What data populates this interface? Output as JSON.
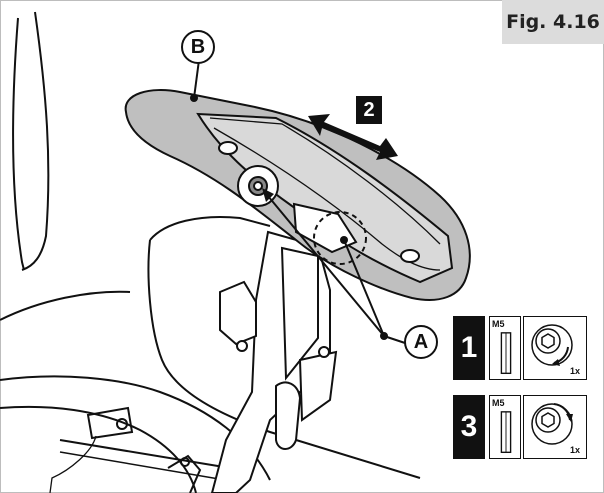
{
  "figure": {
    "label": "Fig. 4.16"
  },
  "callouts": {
    "a": "A",
    "b": "B"
  },
  "steps": {
    "step1": {
      "number": "1",
      "tool_size": "M5",
      "count": "1x",
      "direction": "loosen"
    },
    "step2": {
      "number": "2"
    },
    "step3": {
      "number": "3",
      "tool_size": "M5",
      "count": "1x",
      "direction": "tighten"
    }
  },
  "icons": [
    "hex-key-icon",
    "screw-rotate-icon",
    "double-arrow-icon"
  ]
}
